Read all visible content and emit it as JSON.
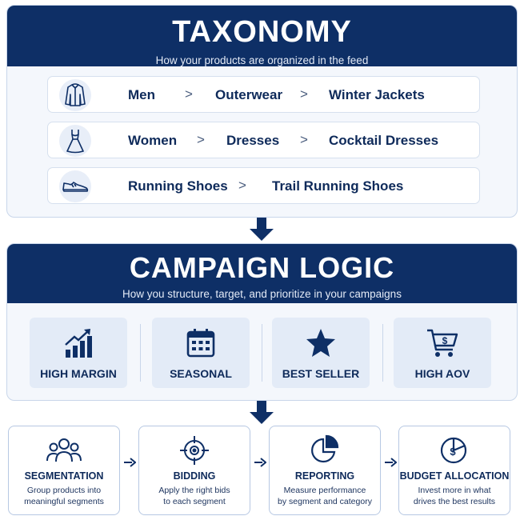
{
  "taxonomy": {
    "title": "TAXONOMY",
    "subtitle": "How your products are organized in the feed",
    "rows": [
      {
        "icon": "jacket-icon",
        "path": [
          "Men",
          "Outerwear",
          "Winter Jackets"
        ]
      },
      {
        "icon": "dress-icon",
        "path": [
          "Women",
          "Dresses",
          "Cocktail Dresses"
        ]
      },
      {
        "icon": "shoe-icon",
        "path": [
          "Running Shoes",
          "Trail Running Shoes"
        ]
      }
    ],
    "separator": ">"
  },
  "campaign": {
    "title": "CAMPAIGN LOGIC",
    "subtitle": "How you structure, target, and prioritize in your campaigns",
    "tiles": [
      {
        "icon": "bar-chart-up-icon",
        "label": "HIGH MARGIN"
      },
      {
        "icon": "calendar-icon",
        "label": "SEASONAL"
      },
      {
        "icon": "star-icon",
        "label": "BEST SELLER"
      },
      {
        "icon": "shopping-cart-dollar-icon",
        "label": "HIGH AOV"
      }
    ]
  },
  "steps": [
    {
      "icon": "people-group-icon",
      "title": "SEGMENTATION",
      "desc_line1": "Group products into",
      "desc_line2": "meaningful segments"
    },
    {
      "icon": "target-icon",
      "title": "BIDDING",
      "desc_line1": "Apply the right bids",
      "desc_line2": "to each segment"
    },
    {
      "icon": "pie-chart-icon",
      "title": "REPORTING",
      "desc_line1": "Measure performance",
      "desc_line2": "by segment and category"
    },
    {
      "icon": "budget-pie-dollar-icon",
      "title": "BUDGET ALLOCATION",
      "desc_line1": "Invest more in what",
      "desc_line2": "drives the best results"
    }
  ],
  "colors": {
    "navy": "#0e2f66",
    "panel_bg": "#f4f7fc",
    "tile_bg": "#e3ebf7",
    "border": "#c9d6ea"
  }
}
